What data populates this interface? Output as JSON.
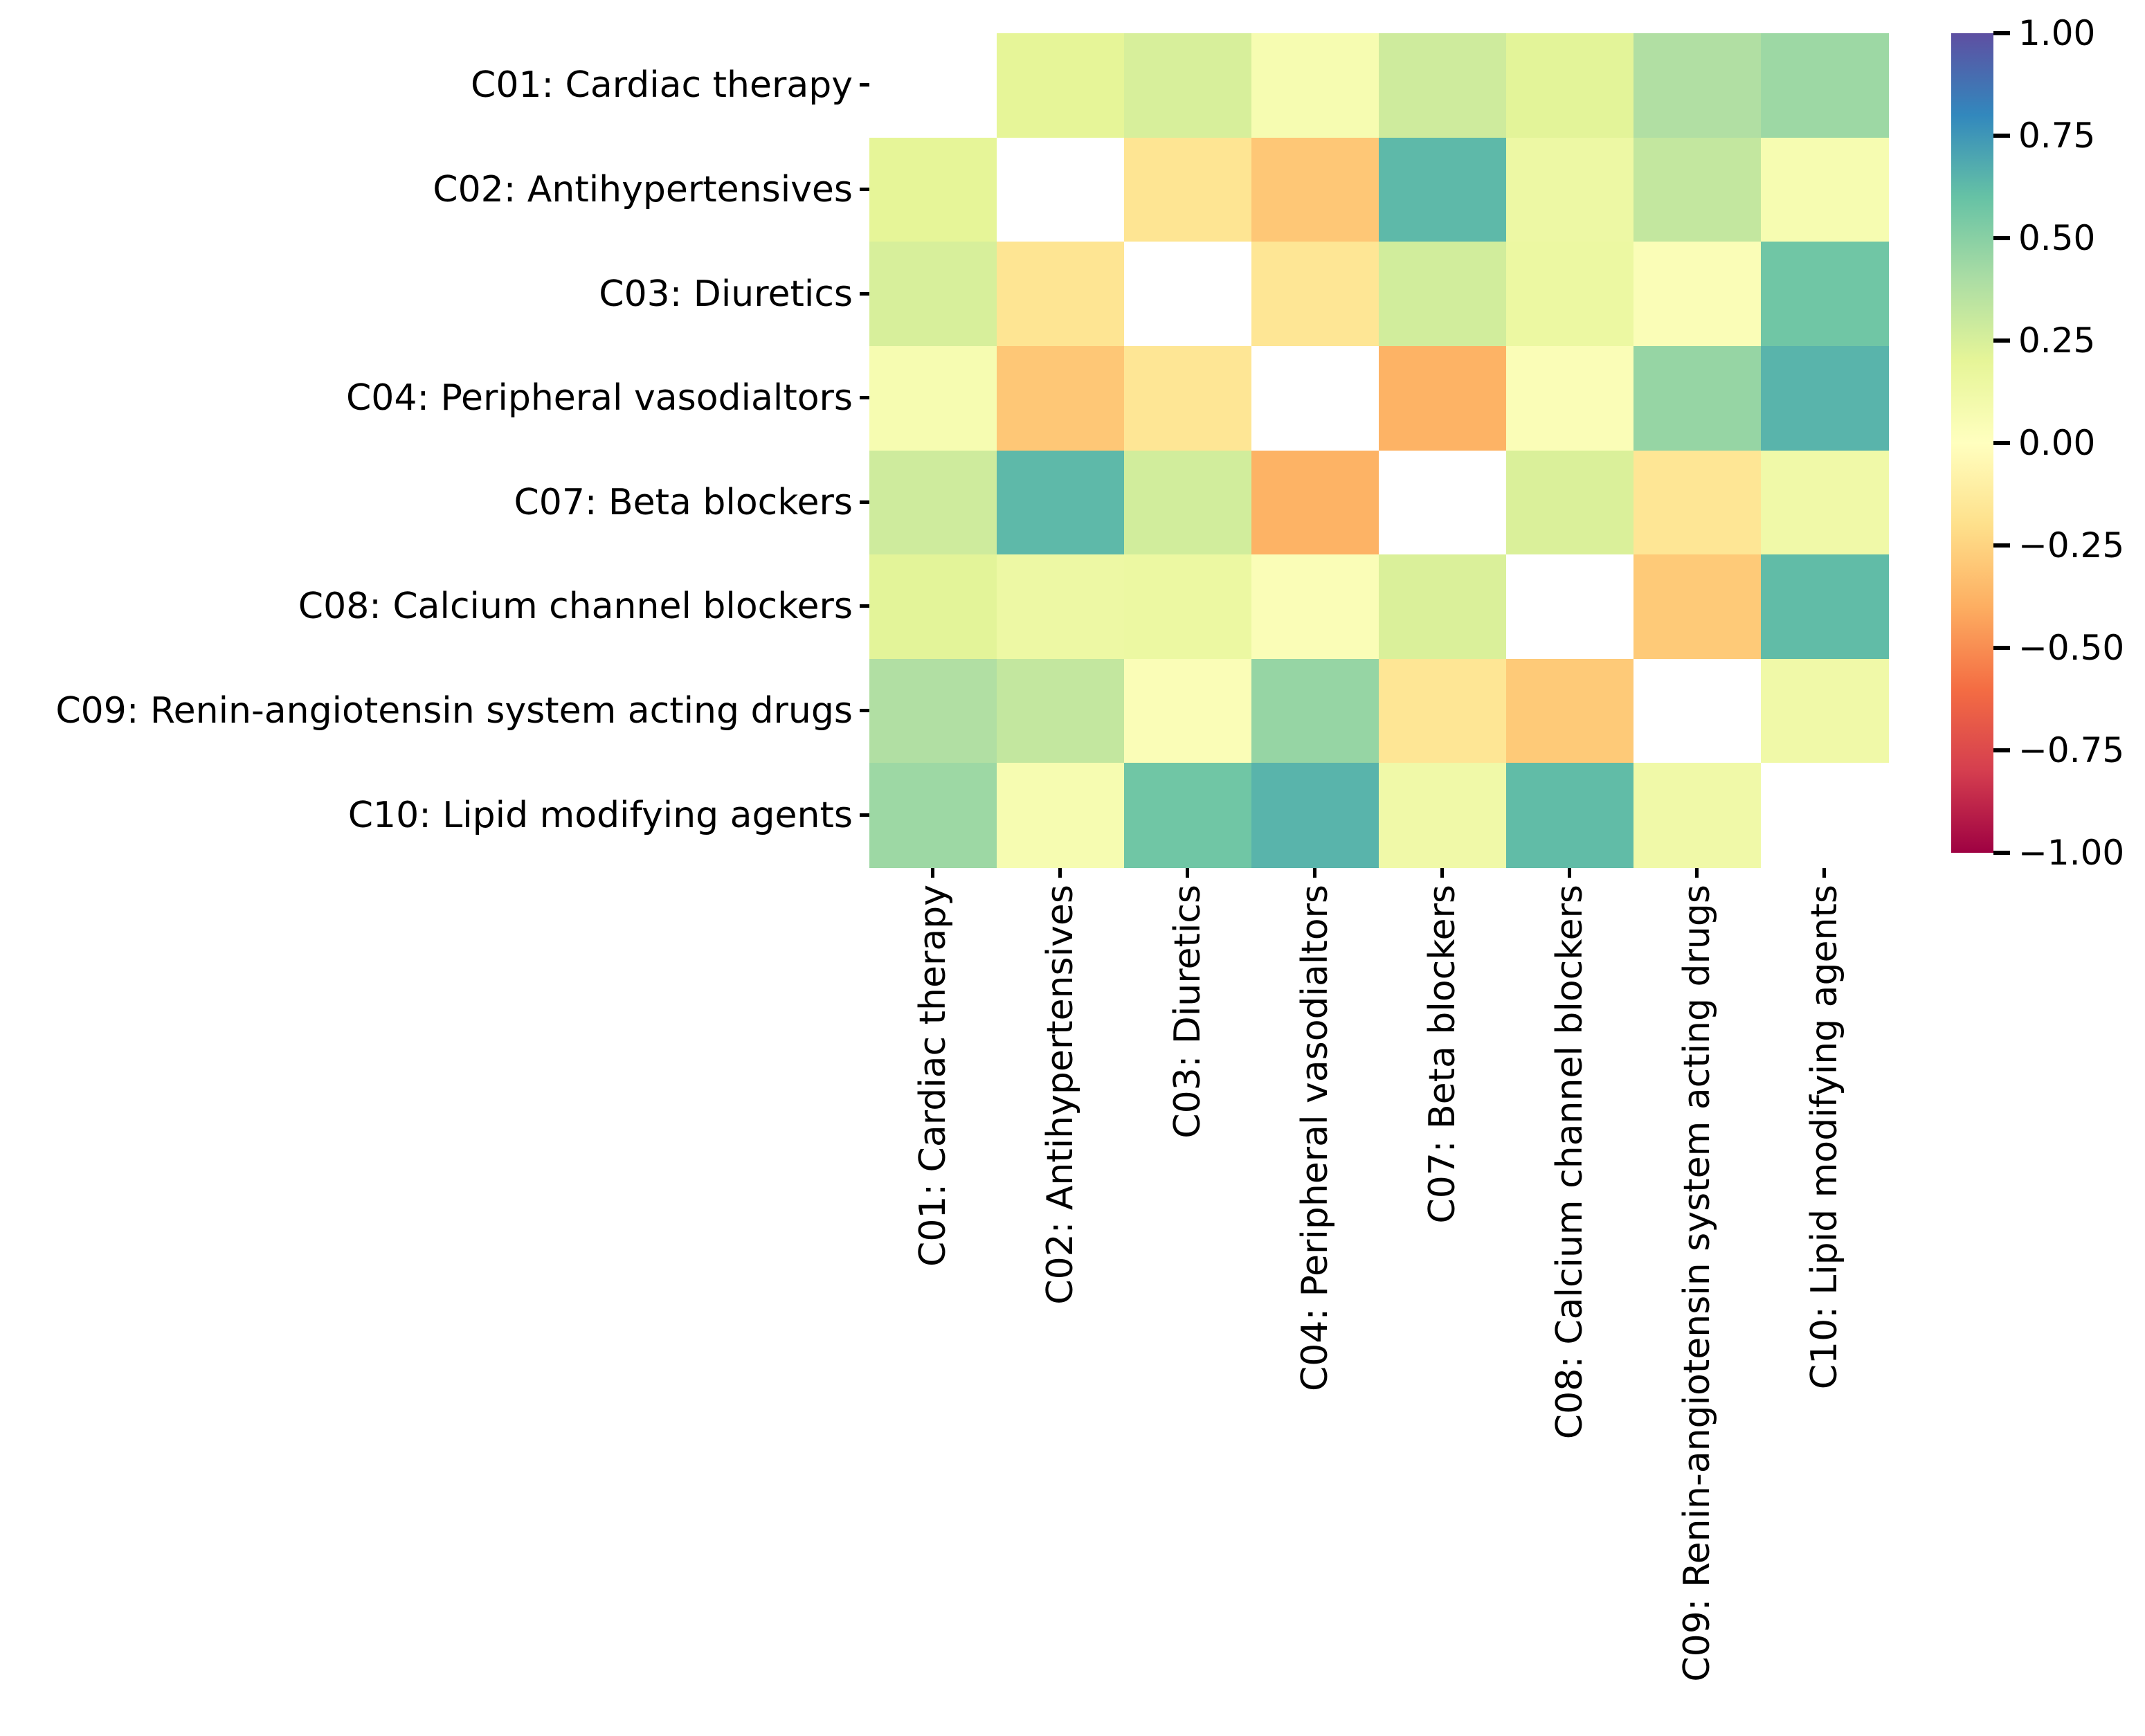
{
  "chart_data": {
    "type": "heatmap",
    "title": "",
    "xlabel": "",
    "ylabel": "",
    "categories": [
      "C01: Cardiac therapy",
      "C02: Antihypertensives",
      "C03: Diuretics",
      "C04: Peripheral vasodialtors",
      "C07: Beta blockers",
      "C08: Calcium channel blockers",
      "C09: Renin-angiotensin system acting drugs",
      "C10: Lipid modifying agents"
    ],
    "matrix": [
      [
        null,
        0.2,
        0.25,
        0.07,
        0.28,
        0.21,
        0.38,
        0.44
      ],
      [
        0.2,
        null,
        -0.17,
        -0.3,
        0.63,
        0.14,
        0.32,
        0.07
      ],
      [
        0.25,
        -0.17,
        null,
        -0.16,
        0.27,
        0.15,
        0.04,
        0.57
      ],
      [
        0.07,
        -0.3,
        -0.16,
        null,
        -0.38,
        0.04,
        0.46,
        0.65
      ],
      [
        0.28,
        0.63,
        0.27,
        -0.38,
        null,
        0.24,
        -0.16,
        0.12
      ],
      [
        0.21,
        0.14,
        0.15,
        0.04,
        0.24,
        null,
        -0.29,
        0.62
      ],
      [
        0.38,
        0.32,
        0.04,
        0.46,
        -0.16,
        -0.29,
        null,
        0.12
      ],
      [
        0.44,
        0.07,
        0.57,
        0.65,
        0.12,
        0.62,
        0.12,
        null
      ]
    ],
    "diagonal_masked": true,
    "masked_color": "#ffffff",
    "colormap": "Spectral",
    "vmin": -1.0,
    "vmax": 1.0,
    "grid": false,
    "legend_position": "right-colorbar",
    "colorbar_ticks": [
      {
        "value": 1.0,
        "label": "1.00"
      },
      {
        "value": 0.75,
        "label": "0.75"
      },
      {
        "value": 0.5,
        "label": "0.50"
      },
      {
        "value": 0.25,
        "label": "0.25"
      },
      {
        "value": 0.0,
        "label": "0.00"
      },
      {
        "value": -0.25,
        "label": "−0.25"
      },
      {
        "value": -0.5,
        "label": "−0.50"
      },
      {
        "value": -0.75,
        "label": "−0.75"
      },
      {
        "value": -1.0,
        "label": "−1.00"
      }
    ]
  }
}
